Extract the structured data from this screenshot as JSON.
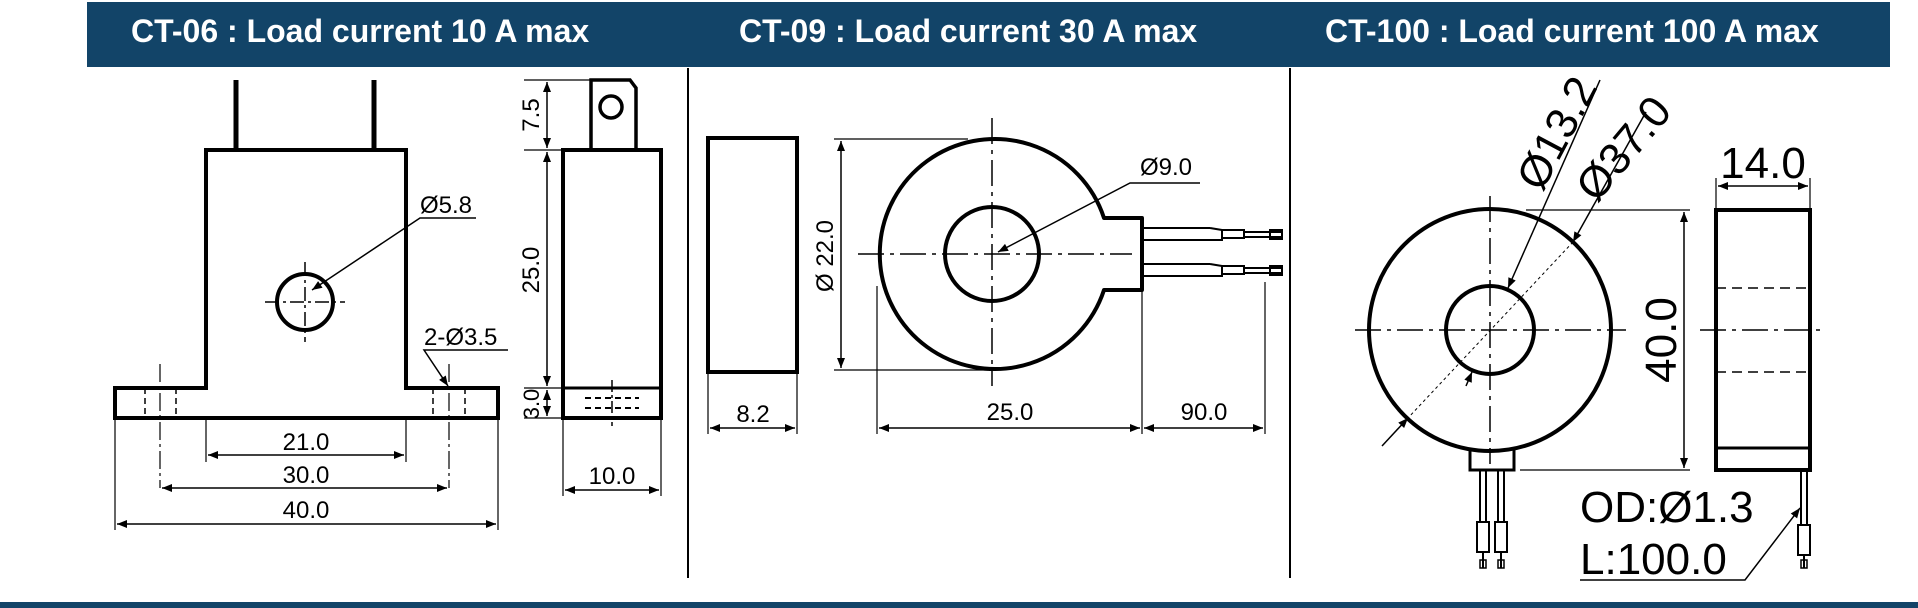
{
  "colors": {
    "header_bg": "#124468",
    "header_text": "#ffffff",
    "line": "#000000"
  },
  "panels": [
    {
      "title": "CT-06 : Load current 10 A max",
      "labels": {
        "hole_diameter": "Ø5.8",
        "mount_holes": "2-Ø3.5",
        "inner_width": "21.0",
        "hole_spacing": "30.0",
        "base_width": "40.0",
        "pin_height": "7.5",
        "body_height": "25.0",
        "base_height": "3.0",
        "side_width": "10.0"
      }
    },
    {
      "title": "CT-09 : Load current 30 A max",
      "labels": {
        "hole_diameter": "Ø9.0",
        "outer_diameter": "Ø 22.0",
        "thickness": "8.2",
        "body_width": "25.0",
        "lead_length": "90.0"
      }
    },
    {
      "title": "CT-100 : Load current 100 A max",
      "labels": {
        "inner_diameter": "Ø13.2",
        "outer_diameter": "Ø37.0",
        "thickness": "14.0",
        "height": "40.0",
        "lead_od": "OD:Ø1.3",
        "lead_length": "L:100.0"
      }
    }
  ]
}
